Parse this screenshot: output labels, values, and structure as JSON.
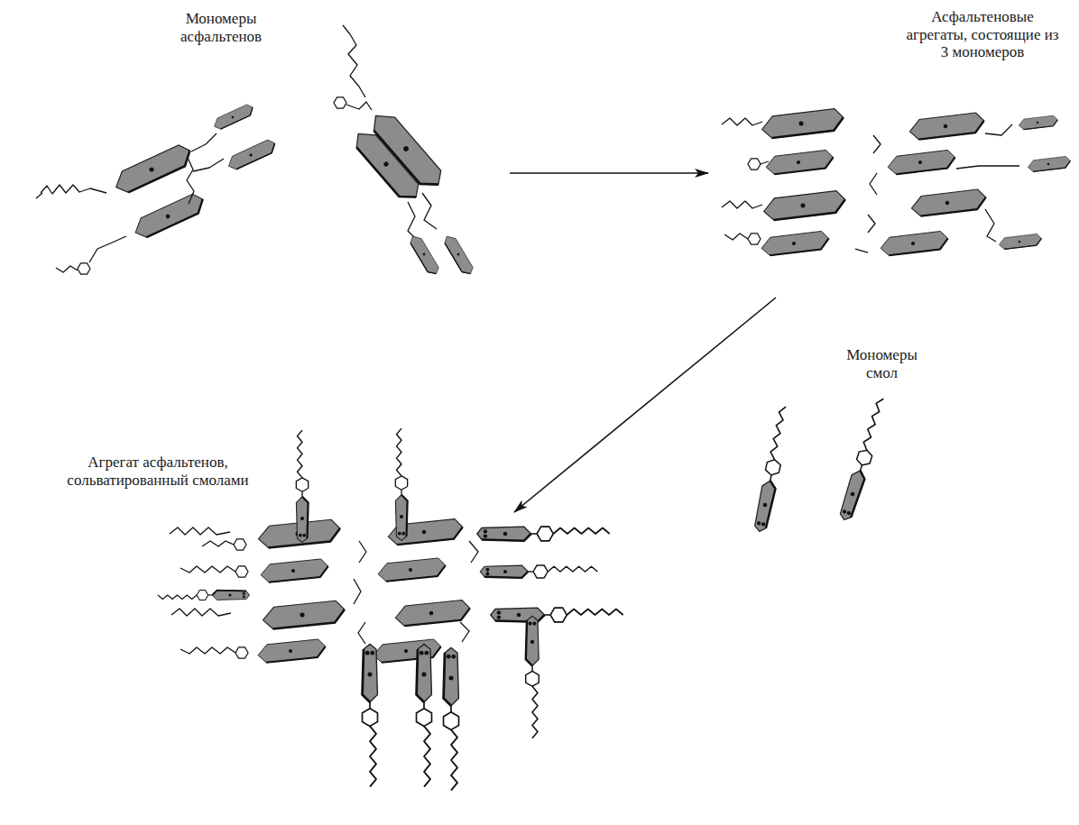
{
  "diagram": {
    "nodes": [
      {
        "text": [
          "Мономеры асфальтенов"
        ]
      },
      {
        "text": [
          "Асфальтеновые агрегаты, состоящие из 3 мономеров"
        ]
      },
      {
        "text": [
          "Мономеры смол"
        ]
      },
      {
        "text": [
          "Агрегат асфальтенов, сольватированный смолами"
        ]
      }
    ],
    "edges": [
      {
        "from": 0,
        "to": 1,
        "arrow": "to"
      },
      {
        "from": 1,
        "to": 3,
        "arrow": "to"
      }
    ]
  }
}
